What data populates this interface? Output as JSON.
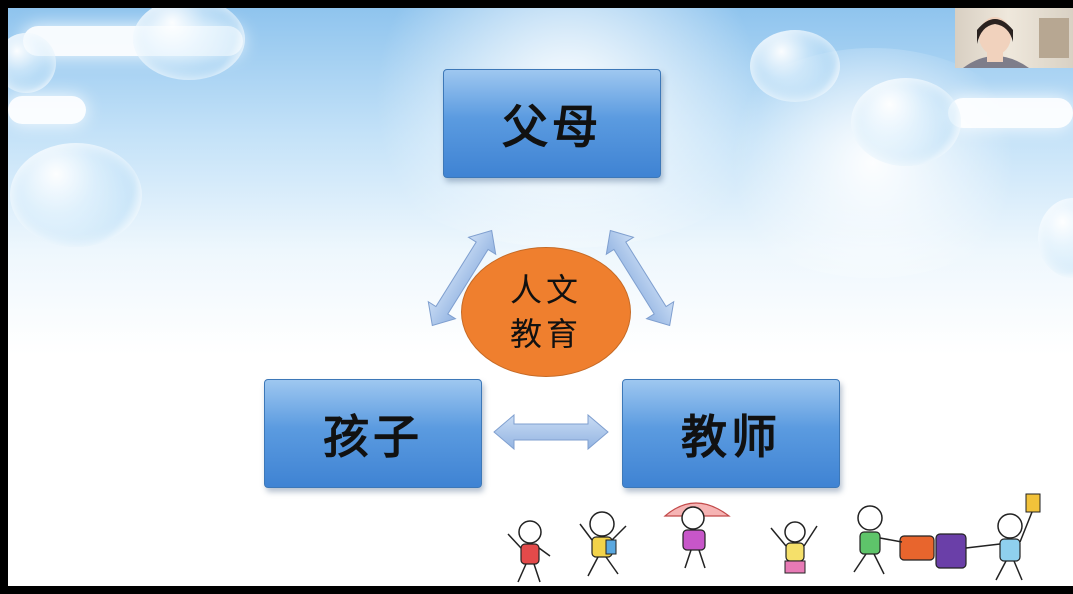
{
  "slide": {
    "top_box": "父母",
    "left_box": "孩子",
    "right_box": "教师",
    "center": {
      "line1": "人文",
      "line2": "教育"
    }
  },
  "icons": [
    "cloud-icon",
    "bubble-icon",
    "double-arrow-icon",
    "child-figure-icon",
    "webcam-person-icon"
  ],
  "colors": {
    "box_fill": "#4a8ad8",
    "box_border": "#3d78b8",
    "circle_fill": "#ef7f2e",
    "arrow_fill": "#a9c4ea",
    "sky_top": "#8fc4ee",
    "background": "#ffffff"
  }
}
